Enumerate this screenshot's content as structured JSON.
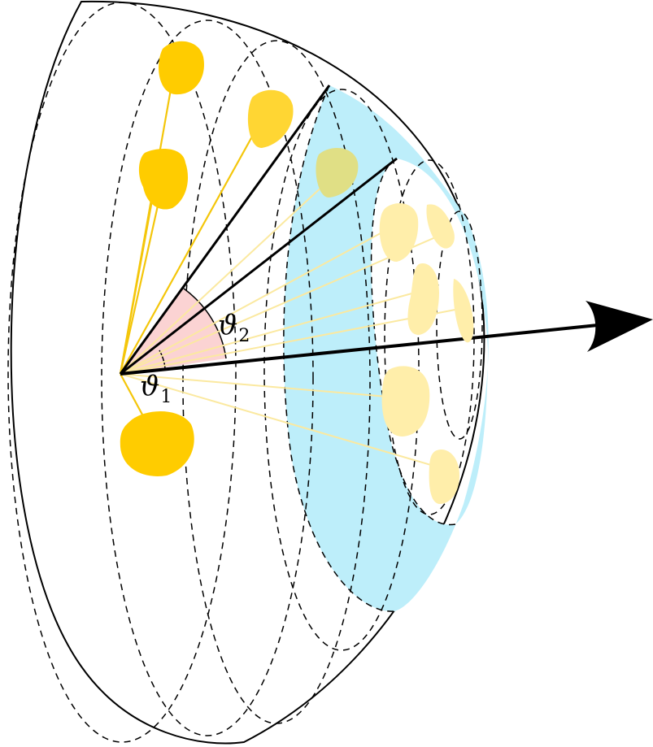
{
  "labels": {
    "theta1": {
      "symbol": "ϑ",
      "subscript": "1"
    },
    "theta2": {
      "symbol": "ϑ",
      "subscript": "2"
    }
  },
  "colors": {
    "outline": "#000000",
    "blob_strong": "#ffcc00",
    "blob_medium": "#ffd633",
    "blob_faded": "#ffeeaa",
    "blob_in_band": "#e0df85",
    "ray_strong": "#f4c60a",
    "ray_faded": "#fbe9a0",
    "band_fill": "#bdeefa",
    "angle_wedge": "#fbd3d3",
    "axis": "#000000"
  }
}
